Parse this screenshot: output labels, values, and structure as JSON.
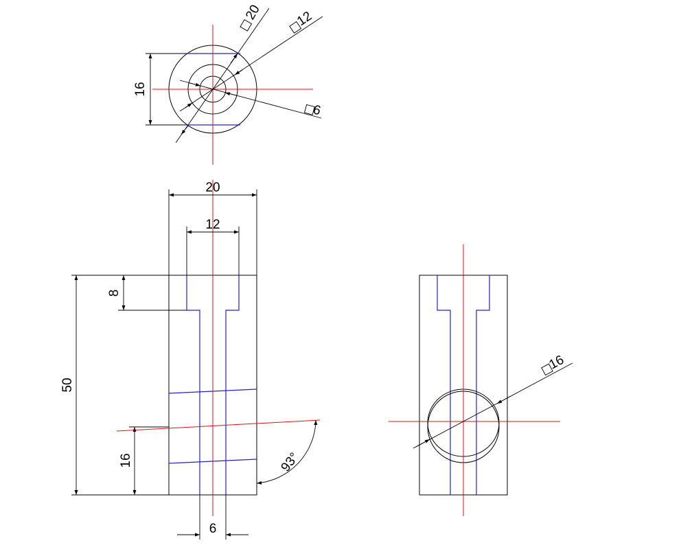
{
  "colors": {
    "object_line": "#000000",
    "hidden_line": "#2020c8",
    "center_line": "#e01010",
    "background": "#ffffff"
  },
  "top_view": {
    "diameter_symbol": "□",
    "dia_outer": "20",
    "dia_mid": "12",
    "dia_inner": "6",
    "height_dim": "16"
  },
  "front_view": {
    "width_outer": "20",
    "width_counterbore": "12",
    "counterbore_depth": "8",
    "total_height": "50",
    "hole_height": "16",
    "hole_angle": "93°",
    "bore_width": "6"
  },
  "side_view": {
    "diameter_symbol": "□",
    "hole_diameter": "16"
  }
}
